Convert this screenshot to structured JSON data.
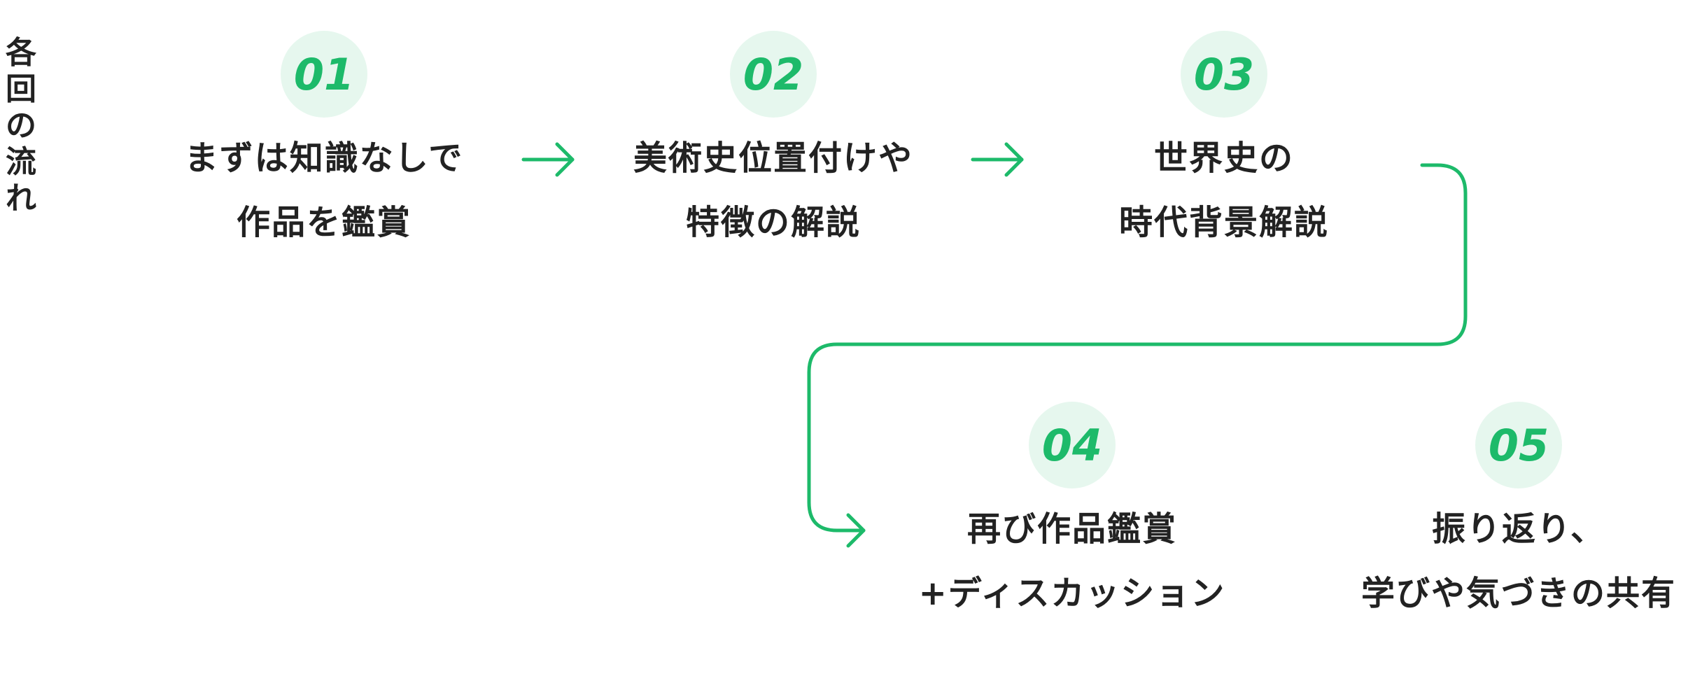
{
  "title_chars": [
    "各",
    "回",
    "の",
    "流",
    "れ"
  ],
  "steps": [
    {
      "number": "01",
      "line1": "まずは知識なしで",
      "line2": "作品を鑑賞"
    },
    {
      "number": "02",
      "line1": "美術史位置付けや",
      "line2": "特徴の解説"
    },
    {
      "number": "03",
      "line1": "世界史の",
      "line2": "時代背景解説"
    },
    {
      "number": "04",
      "line1": "再び作品鑑賞",
      "line2": "+ディスカッション"
    },
    {
      "number": "05",
      "line1": "振り返り、",
      "line2": "学びや気づきの共有"
    }
  ],
  "colors": {
    "accent": "#1dba6a",
    "circle_bg": "#e6f7ee",
    "text": "#222222"
  }
}
